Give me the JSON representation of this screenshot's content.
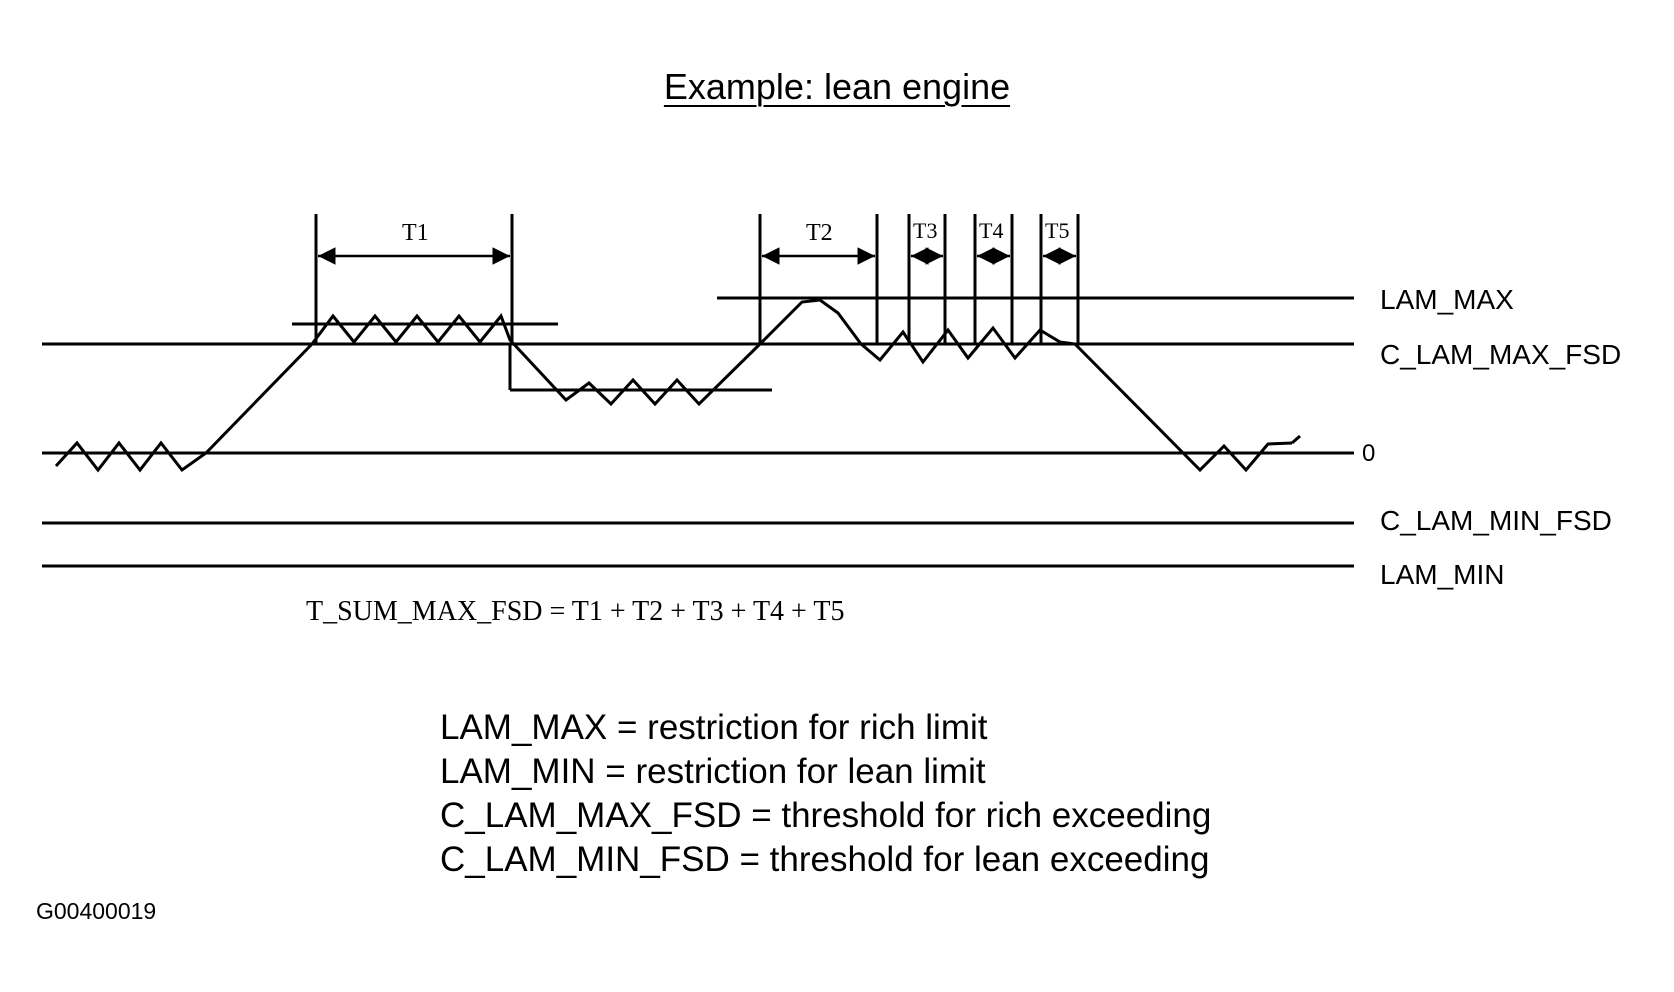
{
  "title": "Example: lean engine",
  "levels": {
    "lam_max": "LAM_MAX",
    "c_lam_max_fsd": "C_LAM_MAX_FSD",
    "zero": "0",
    "c_lam_min_fsd": "C_LAM_MIN_FSD",
    "lam_min": "LAM_MIN"
  },
  "periods": {
    "t1": "T1",
    "t2": "T2",
    "t3": "T3",
    "t4": "T4",
    "t5": "T5"
  },
  "formula": "T_SUM_MAX_FSD = T1 + T2 + T3 + T4 + T5",
  "legend": [
    "LAM_MAX = restriction for rich limit",
    "LAM_MIN = restriction for lean limit",
    "C_LAM_MAX_FSD = threshold for rich exceeding",
    "C_LAM_MIN_FSD = threshold for lean exceeding"
  ],
  "figure_code": "G00400019"
}
